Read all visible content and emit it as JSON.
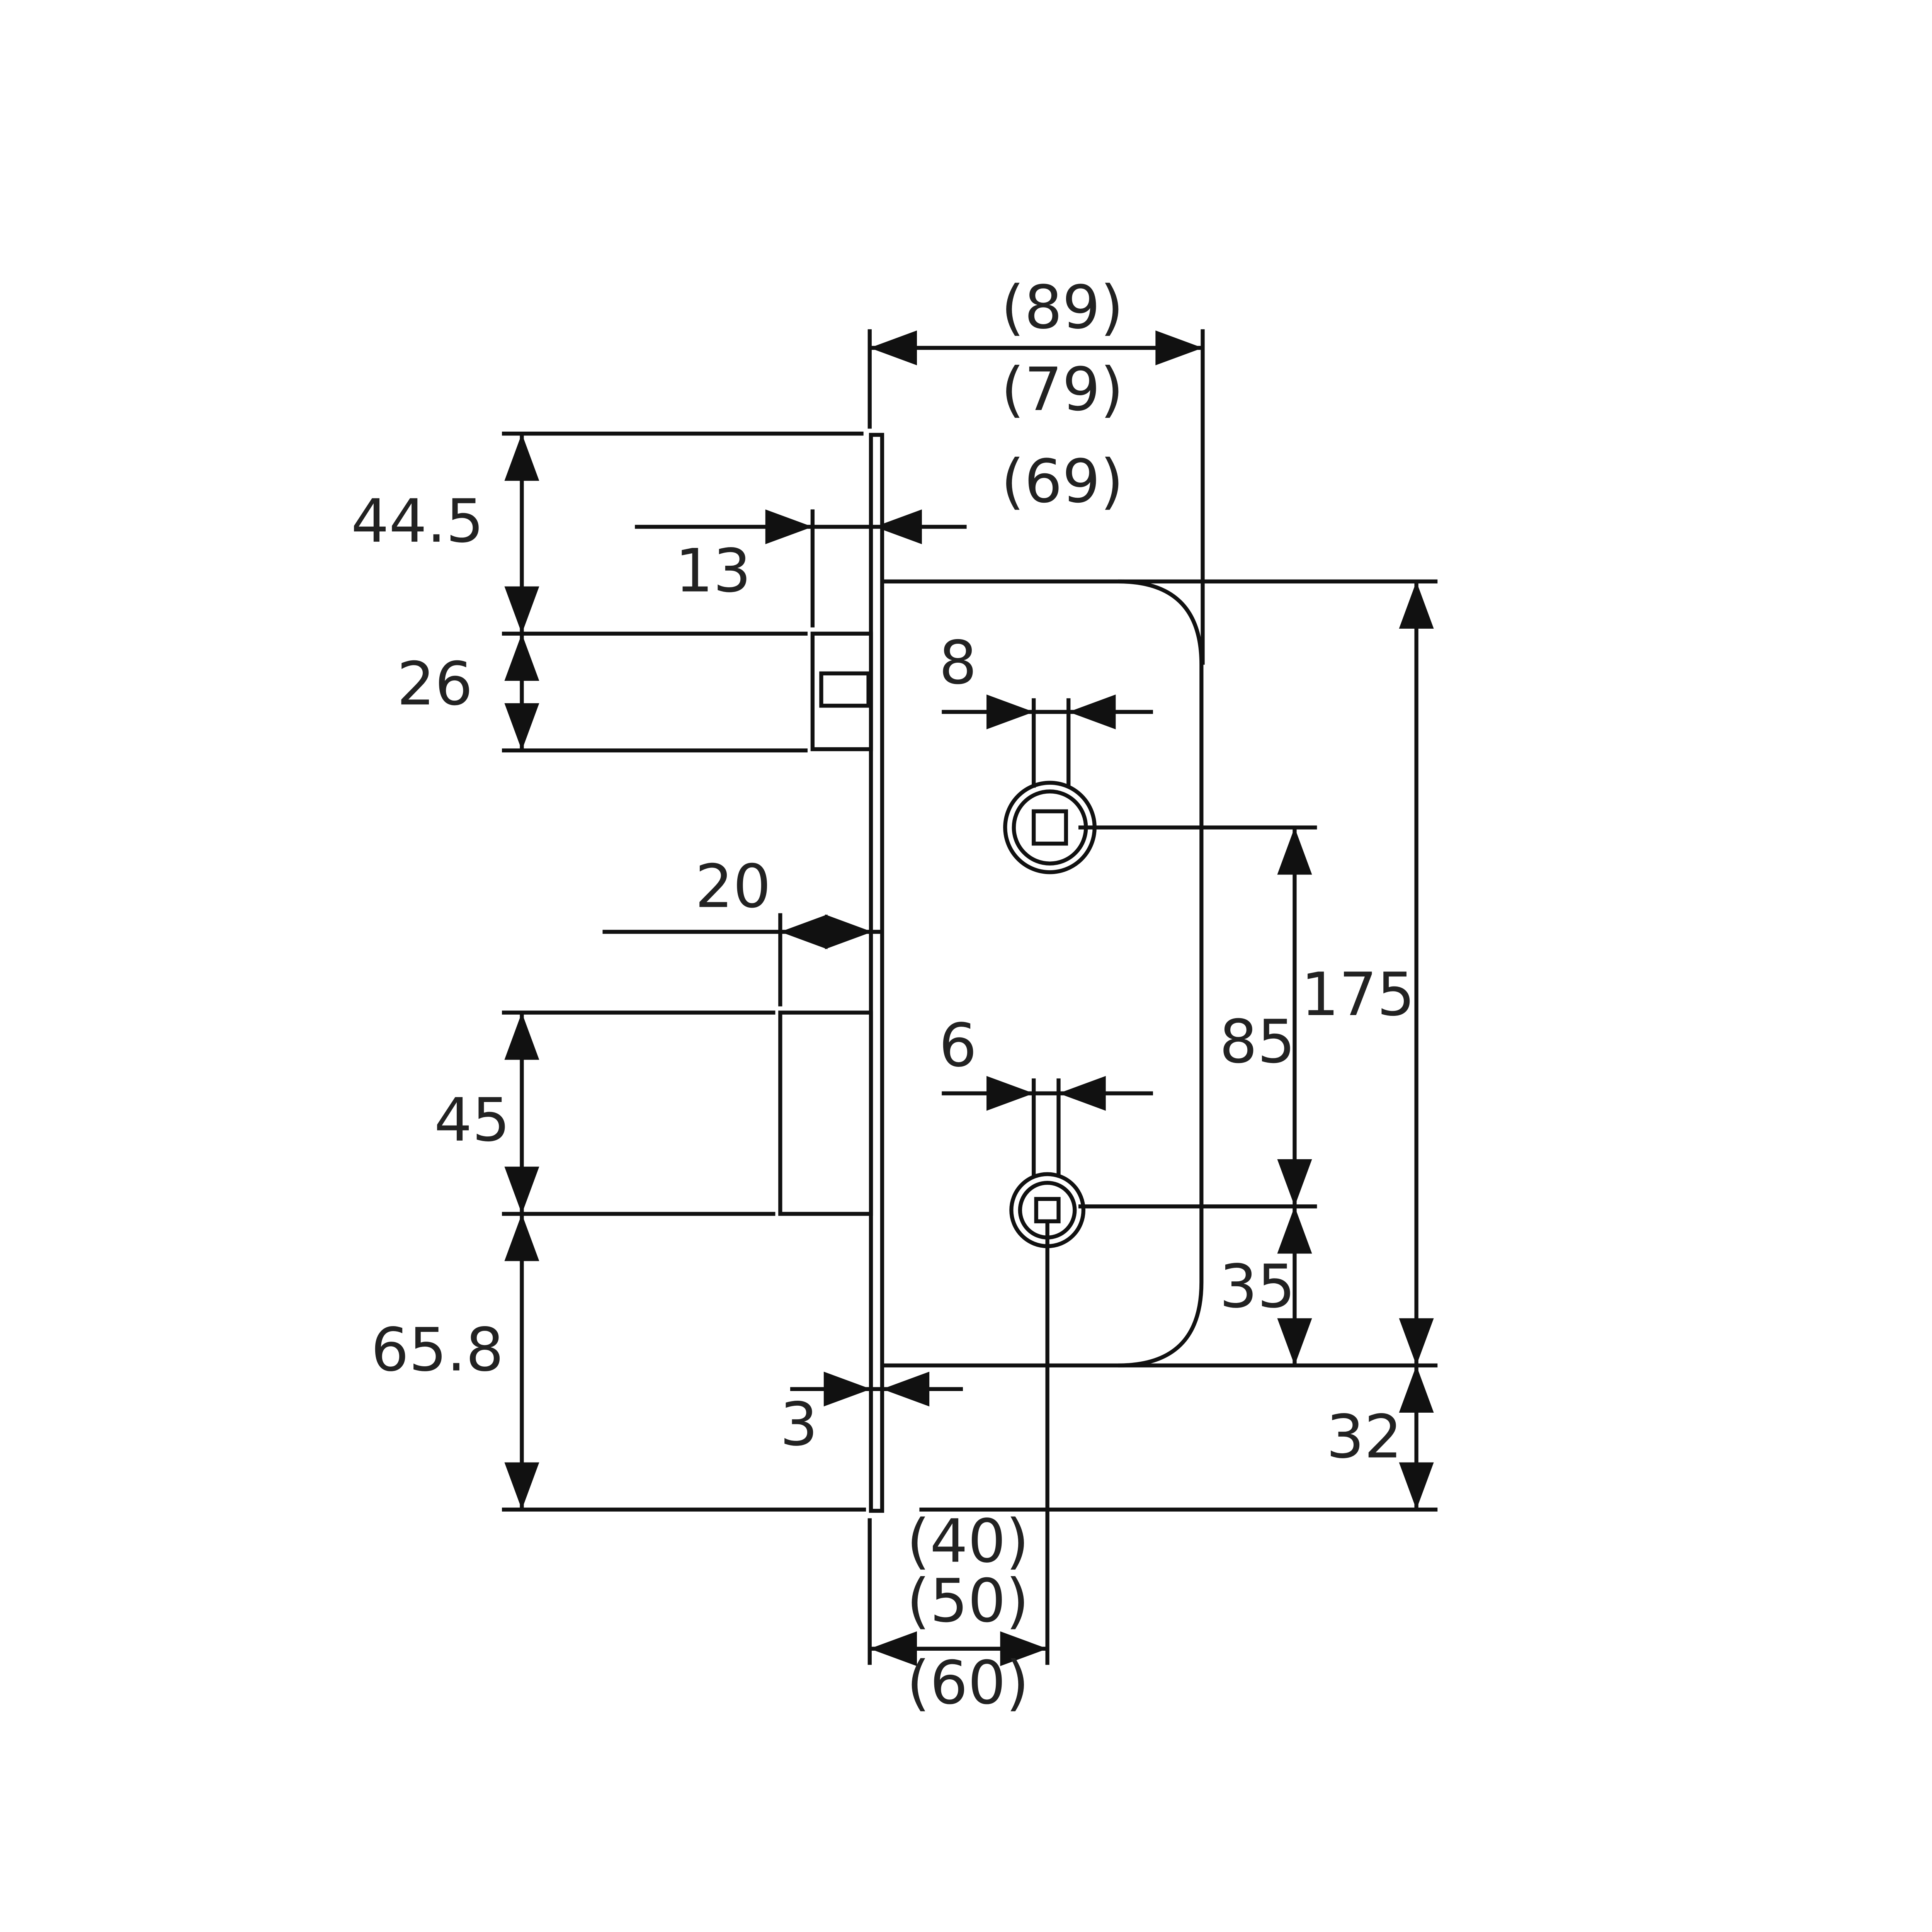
{
  "colors": {
    "line": "#111111",
    "text": "#222222",
    "background": "#ffffff"
  },
  "labels": {
    "backset_89": "(89)",
    "backset_79": "(79)",
    "backset_69": "(69)",
    "top_offset": "44.5",
    "latch_projection": "13",
    "latch_height": "26",
    "spindle_8": "8",
    "deadbolt_projection": "20",
    "centre_distance": "85",
    "case_height": "175",
    "spindle_6": "6",
    "bolt_height": "45",
    "lower_offset": "65.8",
    "bottom_margin": "35",
    "faceplate_thickness": "3",
    "faceplate_bottom": "32",
    "backset_40": "(40)",
    "backset_50": "(50)",
    "backset_60": "(60)"
  }
}
